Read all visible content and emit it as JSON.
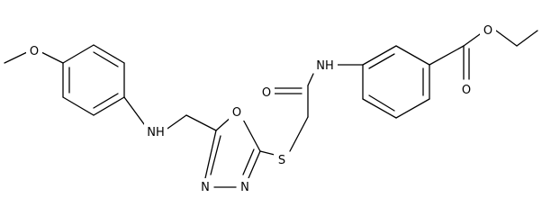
{
  "molecule": {
    "colors": {
      "bond": "#000000",
      "background": "#ffffff"
    },
    "atoms": [
      {
        "id": "o-methoxy",
        "label": "O"
      },
      {
        "id": "n-amine",
        "label": "NH"
      },
      {
        "id": "o-oxadiazole",
        "label": "O"
      },
      {
        "id": "s-thioether",
        "label": "S"
      },
      {
        "id": "n-oxadiazole-1",
        "label": "N"
      },
      {
        "id": "n-oxadiazole-2",
        "label": "N"
      },
      {
        "id": "o-amide",
        "label": "O"
      },
      {
        "id": "n-amide",
        "label": "NH"
      },
      {
        "id": "o-ester-carbonyl",
        "label": "O"
      },
      {
        "id": "o-ester",
        "label": "O"
      }
    ]
  }
}
